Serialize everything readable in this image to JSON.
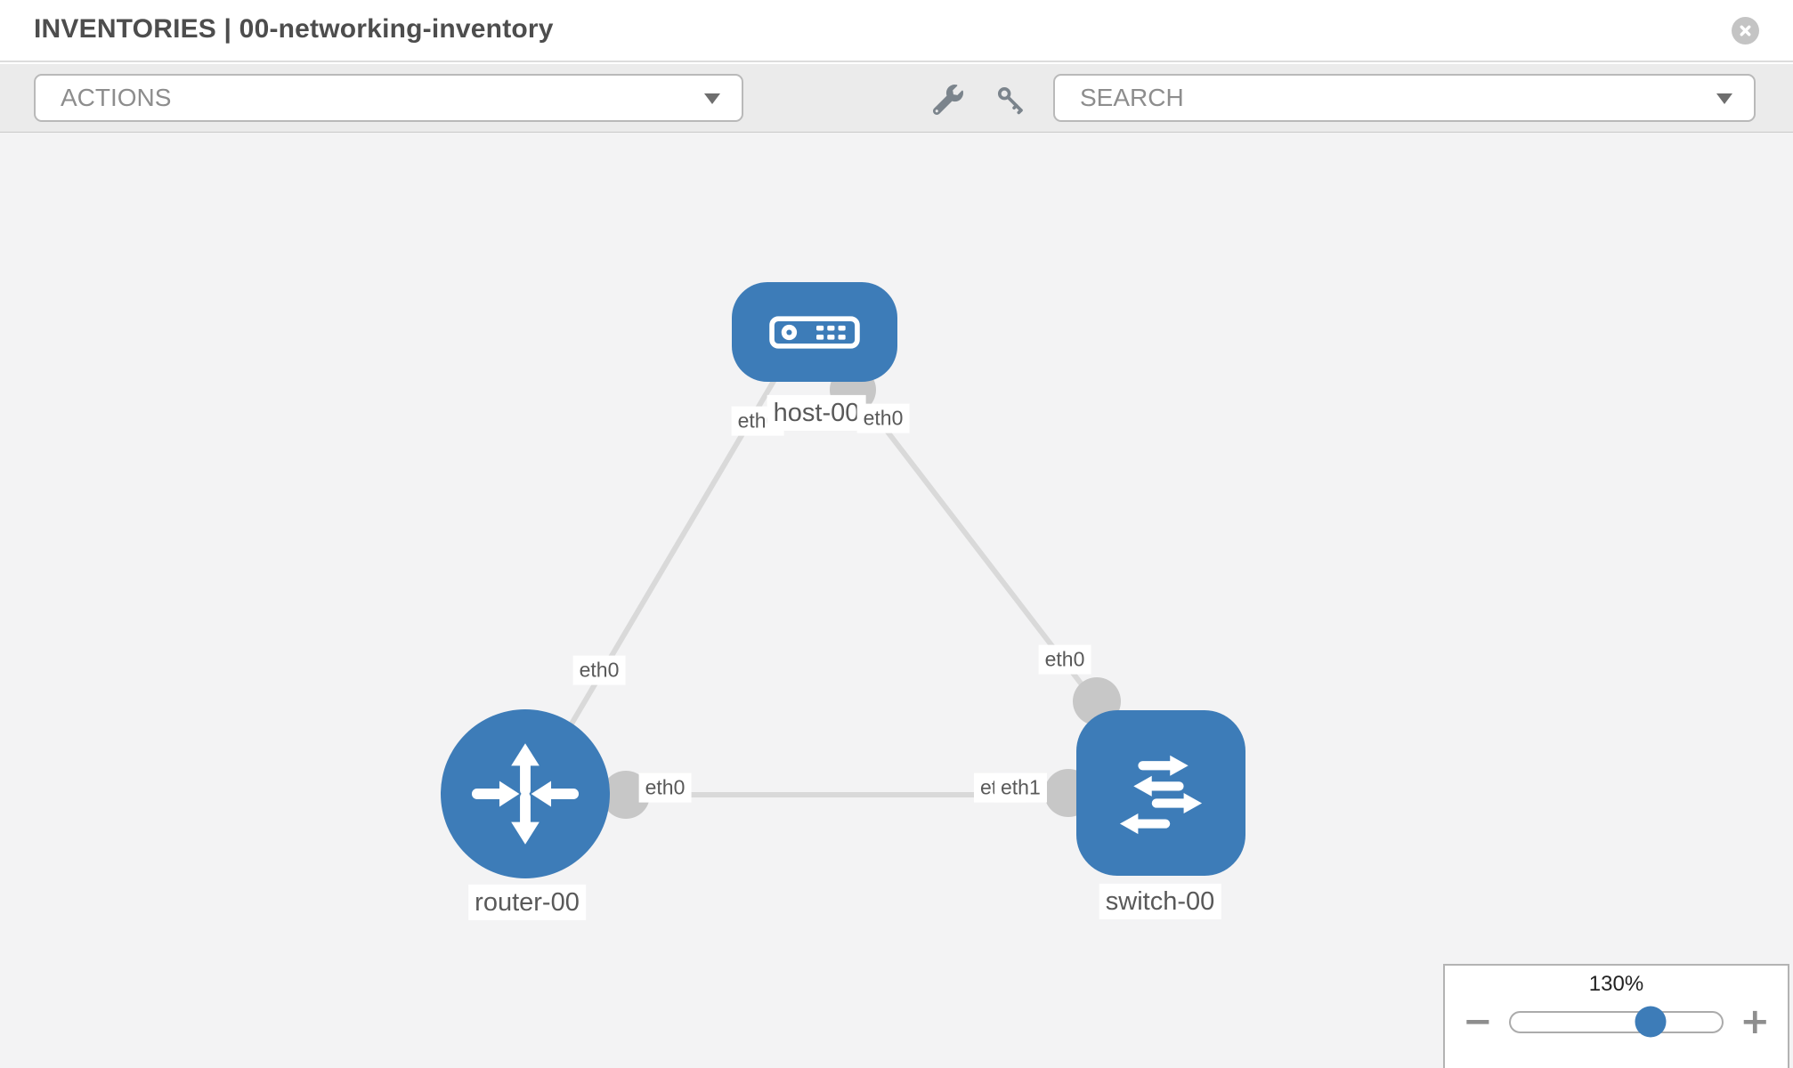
{
  "header": {
    "title": "INVENTORIES | 00-networking-inventory"
  },
  "toolbar": {
    "actions_label": "ACTIONS",
    "search_label": "SEARCH"
  },
  "icons": {
    "close": "close-icon",
    "wrench": "wrench-icon",
    "key": "key-icon",
    "chevron": "chevron-down-icon",
    "host": "host-device-icon",
    "router": "router-arrows-icon",
    "switch": "switch-arrows-icon"
  },
  "topology": {
    "nodes": [
      {
        "id": "host-00",
        "type": "host"
      },
      {
        "id": "router-00",
        "type": "router"
      },
      {
        "id": "switch-00",
        "type": "switch"
      }
    ],
    "links": [
      {
        "source": "host-00",
        "target": "router-00",
        "source_interface": "eth0",
        "target_interface": "eth0"
      },
      {
        "source": "host-00",
        "target": "switch-00",
        "source_interface": "eth0",
        "target_interface": "eth0"
      },
      {
        "source": "router-00",
        "target": "switch-00",
        "source_interface": "eth0",
        "target_interface": "eth1"
      }
    ],
    "labels": {
      "host_name": "host-00",
      "router_name": "router-00",
      "switch_name": "switch-00",
      "host_if_left": "eth0",
      "host_if_right": "eth0",
      "router_if_top": "eth0",
      "router_if_right": "eth0",
      "switch_if_top": "eth0",
      "switch_if_left_back": "eth0",
      "switch_if_left_front": "eth1"
    }
  },
  "zoom_control": {
    "level": "130%",
    "minus_label": "−",
    "plus_label": "+"
  },
  "colors": {
    "node_blue": "#3d7cb8",
    "link_gray": "#d9d9d9",
    "port_gray": "#c7c7c7",
    "toolbar_bg": "#ebebeb",
    "canvas_bg": "#f3f3f4"
  }
}
